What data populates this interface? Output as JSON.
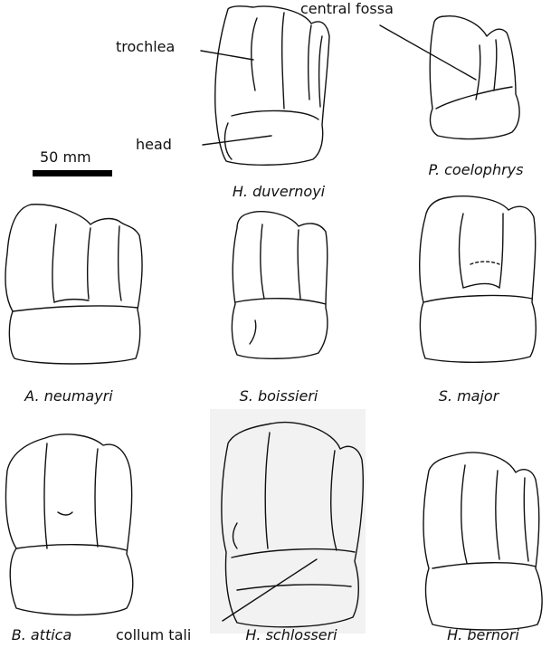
{
  "scale_bar": {
    "label": "50 mm"
  },
  "annotations": {
    "trochlea": "trochlea",
    "head": "head",
    "central_fossa": "central fossa",
    "collum_tali": "collum tali"
  },
  "specimens": [
    {
      "id": "h-duvernoyi",
      "name": "H. duvernoyi"
    },
    {
      "id": "p-coelophrys",
      "name": "P. coelophrys"
    },
    {
      "id": "a-neumayri",
      "name": "A. neumayri"
    },
    {
      "id": "s-boissieri",
      "name": "S. boissieri"
    },
    {
      "id": "s-major",
      "name": "S. major"
    },
    {
      "id": "b-attica",
      "name": "B. attica"
    },
    {
      "id": "h-schlosseri",
      "name": "H. schlosseri"
    },
    {
      "id": "h-bernori",
      "name": "H. bernori"
    }
  ]
}
